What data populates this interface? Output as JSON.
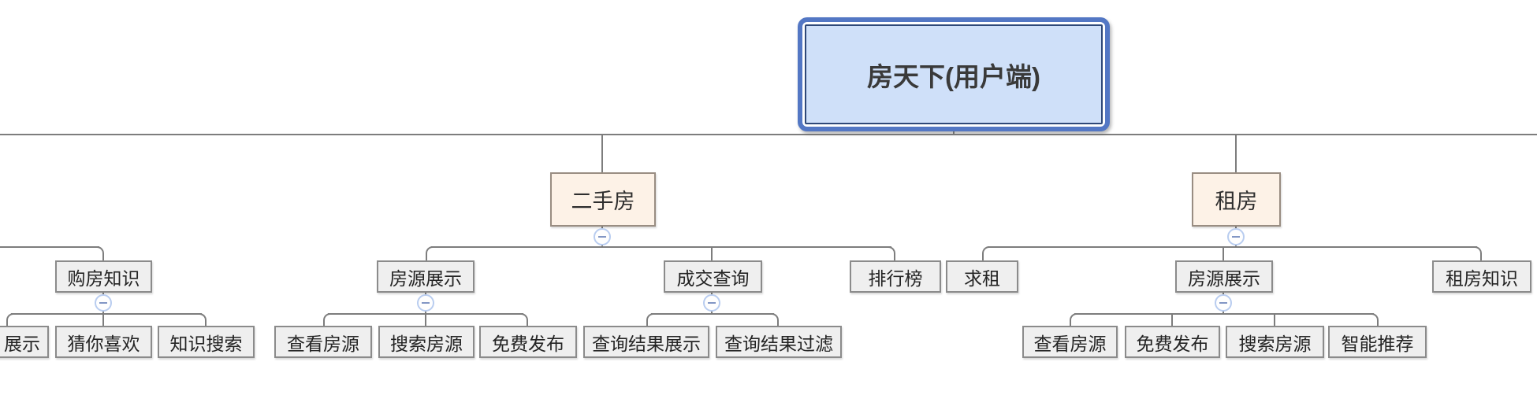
{
  "nodes": {
    "root": {
      "label": "房天下(用户端)"
    },
    "ershoufang": {
      "label": "二手房"
    },
    "zufang": {
      "label": "租房"
    },
    "goufang_zhishi": {
      "label": "购房知识"
    },
    "fangyuan_zhanshi_esf": {
      "label": "房源展示"
    },
    "chengjiao_chaxun": {
      "label": "成交查询"
    },
    "paihangbang": {
      "label": "排行榜"
    },
    "qiuzu": {
      "label": "求租"
    },
    "fangyuan_zhanshi_zf": {
      "label": "房源展示"
    },
    "zufang_zhishi": {
      "label": "租房知识"
    },
    "zhanshi_clipped": {
      "label": "展示"
    },
    "cai_ni_xihuan": {
      "label": "猜你喜欢"
    },
    "zhishi_sousuo": {
      "label": "知识搜索"
    },
    "chakan_fangyuan_esf": {
      "label": "查看房源"
    },
    "sousuo_fangyuan_esf": {
      "label": "搜索房源"
    },
    "mianfei_fabu_esf": {
      "label": "免费发布"
    },
    "chaxun_jieguo_zhanshi": {
      "label": "查询结果展示"
    },
    "chaxun_jieguo_guolv": {
      "label": "查询结果过滤"
    },
    "chakan_fangyuan_zf": {
      "label": "查看房源"
    },
    "mianfei_fabu_zf": {
      "label": "免费发布"
    },
    "sousuo_fangyuan_zf": {
      "label": "搜索房源"
    },
    "zhineng_tuijian": {
      "label": "智能推荐"
    }
  },
  "structure": {
    "root": "房天下(用户端)",
    "visible_branches": [
      {
        "label": "二手房",
        "children": [
          {
            "label": "房源展示",
            "children": [
              "查看房源",
              "搜索房源",
              "免费发布"
            ]
          },
          {
            "label": "成交查询",
            "children": [
              "查询结果展示",
              "查询结果过滤"
            ]
          },
          {
            "label": "排行榜"
          }
        ]
      },
      {
        "label": "租房",
        "children": [
          {
            "label": "求租"
          },
          {
            "label": "房源展示",
            "children": [
              "查看房源",
              "免费发布",
              "搜索房源",
              "智能推荐"
            ]
          },
          {
            "label": "租房知识"
          }
        ]
      }
    ],
    "clipped_left_branch": {
      "label": "购房知识",
      "children": [
        "展示",
        "猜你喜欢",
        "知识搜索"
      ]
    }
  },
  "icons": {
    "collapse-minus-icon": "−"
  },
  "colors": {
    "root_fill": "#cfe0f9",
    "root_border": "#5377c4",
    "root_inner_border": "#2e4878",
    "branch_fill": "#fdf2e7",
    "branch_border": "#998d82",
    "topic_fill": "#efefef",
    "topic_border": "#8b8b8b",
    "connector": "#7d7d7d",
    "collapse_ring": "#b9cdf0",
    "collapse_minus": "#8296c4",
    "text": "#2e2e2e",
    "background": "#ffffff"
  }
}
